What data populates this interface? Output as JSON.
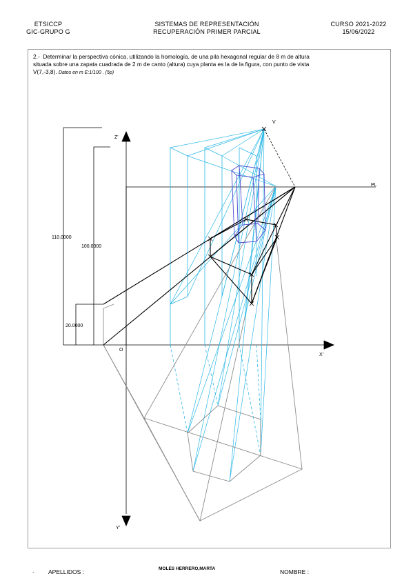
{
  "header": {
    "left_line1": "ETSICCP",
    "left_line2": "GIC-GRUPO G",
    "center_line1": "SISTEMAS DE REPRESENTACIÓN",
    "center_line2": "RECUPERACIÓN PRIMER PARCIAL",
    "right_line1": "CURSO 2021-2022",
    "right_line2": "15/06/2022"
  },
  "problem": {
    "number": "2.-",
    "text_line1": "Determinar la perspectiva cónica, utilizando la homología,  de una pila hexagonal regular de 8 m de altura",
    "text_line2": "situada sobre una zapata cuadrada de 2 m de canto (altura) cuya planta es la de la figura, con punto de vista",
    "text_line3": "V(7,-3,8).",
    "note": "Datos en m E:1/100 . (5p)"
  },
  "drawing": {
    "label_z": "Z'",
    "label_x": "X'",
    "label_y": "Y'",
    "label_o": "O",
    "label_v": "V",
    "label_pl": "PL",
    "dim_110": "110.0000",
    "dim_100": "100.0000",
    "dim_20": "20.0000",
    "colors": {
      "construction": "#29b6e6",
      "grey": "#8c8c8c",
      "solid": "#000000",
      "hexagon": "#4a4ad0"
    }
  },
  "footer": {
    "dot": ".",
    "apellidos_label": "APELLIDOS :",
    "student_name": "MOLES HERRERO,MARTA",
    "nombre_label": "NOMBRE :"
  }
}
